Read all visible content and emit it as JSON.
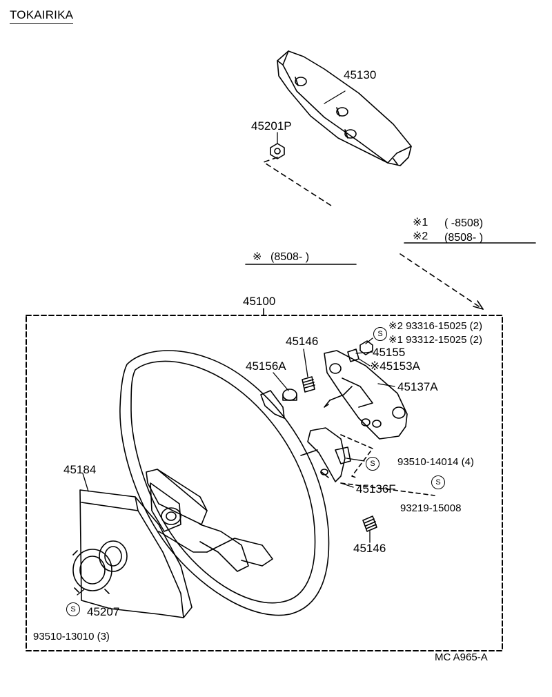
{
  "brand": "TOKAIRIKA",
  "diagram_code": "MC A965-A",
  "assembly_number": "45100",
  "variant_notes": {
    "note_1_mark": "※1",
    "note_1_range": "(        -8508)",
    "note_2_mark": "※2",
    "note_2_range": "(8508-        )",
    "note_3_mark": "※",
    "note_3_range": "(8508-        )"
  },
  "standard_part_symbol": "S",
  "parts": {
    "p45130": "45130",
    "p45201P": "45201P",
    "p45146_top": "45146",
    "p45156A": "45156A",
    "p93316": "※2 93316-15025 (2)",
    "p93312": "※1 93312-15025 (2)",
    "p45155": "45155",
    "p45153A": "※45153A",
    "p45137A": "45137A",
    "p93510_14014": "93510-14014 (4)",
    "p45136F": "45136F",
    "p93219": "93219-15008",
    "p45146_bottom": "45146",
    "p45184": "45184",
    "p45207": "45207",
    "p93510_13010": "93510-13010 (3)"
  }
}
